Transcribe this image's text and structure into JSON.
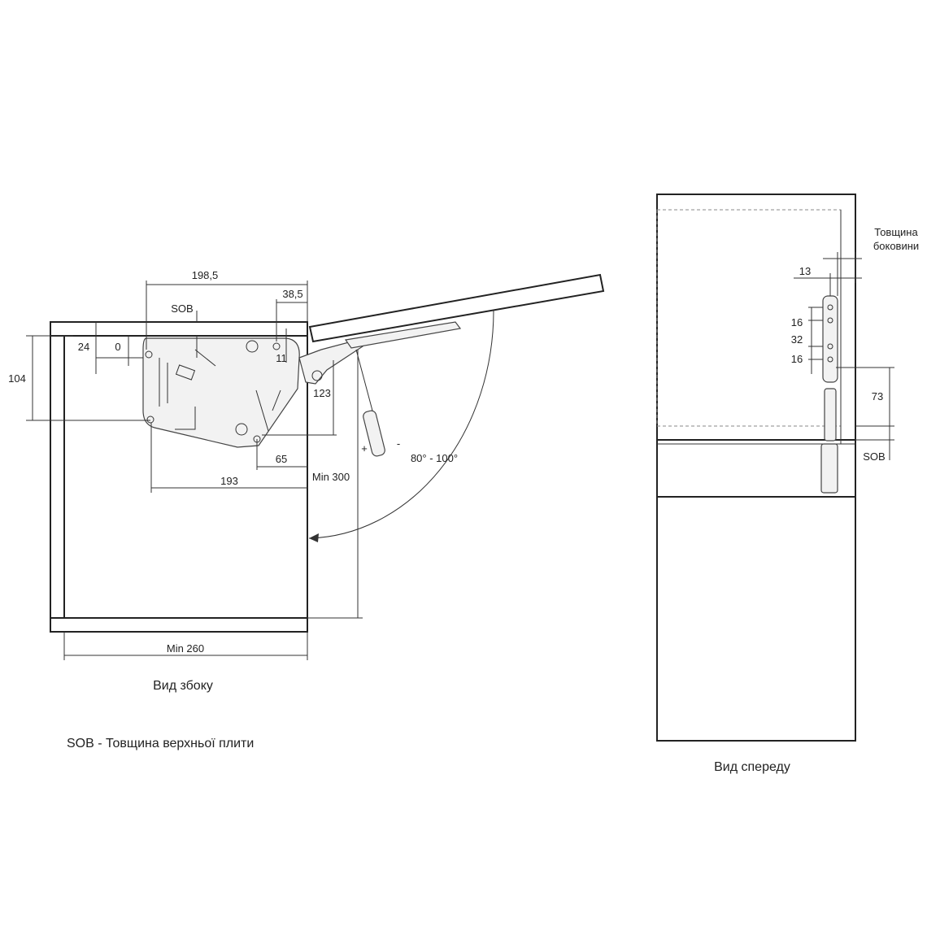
{
  "side_view": {
    "dim_198_5": "198,5",
    "dim_38_5": "38,5",
    "sob_label": "SOB",
    "dim_24": "24",
    "dim_0": "0",
    "dim_11": "11",
    "dim_104": "104",
    "dim_123": "123",
    "dim_65": "65",
    "dim_193": "193",
    "dim_min300": "Min 300",
    "dim_min260": "Min 260",
    "angle": "80° - 100°",
    "plus_sign": "+",
    "minus_sign": "-",
    "caption": "Вид збоку"
  },
  "front_view": {
    "side_thickness_line1": "Товщина",
    "side_thickness_line2": "боковини",
    "dim_13": "13",
    "dim_16a": "16",
    "dim_32": "32",
    "dim_16b": "16",
    "dim_73": "73",
    "sob_label": "SOB",
    "caption": "Вид спереду"
  },
  "legend": "SOB - Товщина верхньої плити"
}
